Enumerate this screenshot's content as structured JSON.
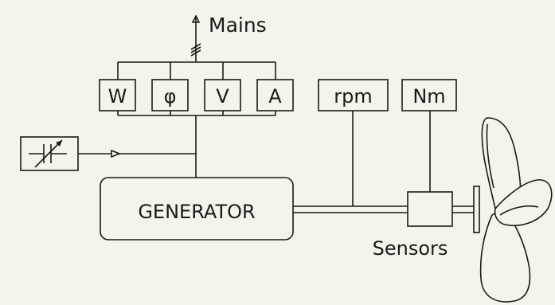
{
  "labels": {
    "mains": "Mains",
    "watt": "W",
    "phase": "φ",
    "volt": "V",
    "amp": "A",
    "rpm": "rpm",
    "torque": "Nm",
    "generator": "GENERATOR",
    "sensors": "Sensors"
  },
  "colors": {
    "background": "#f2f6ea",
    "stroke": "#1a1a1a"
  }
}
